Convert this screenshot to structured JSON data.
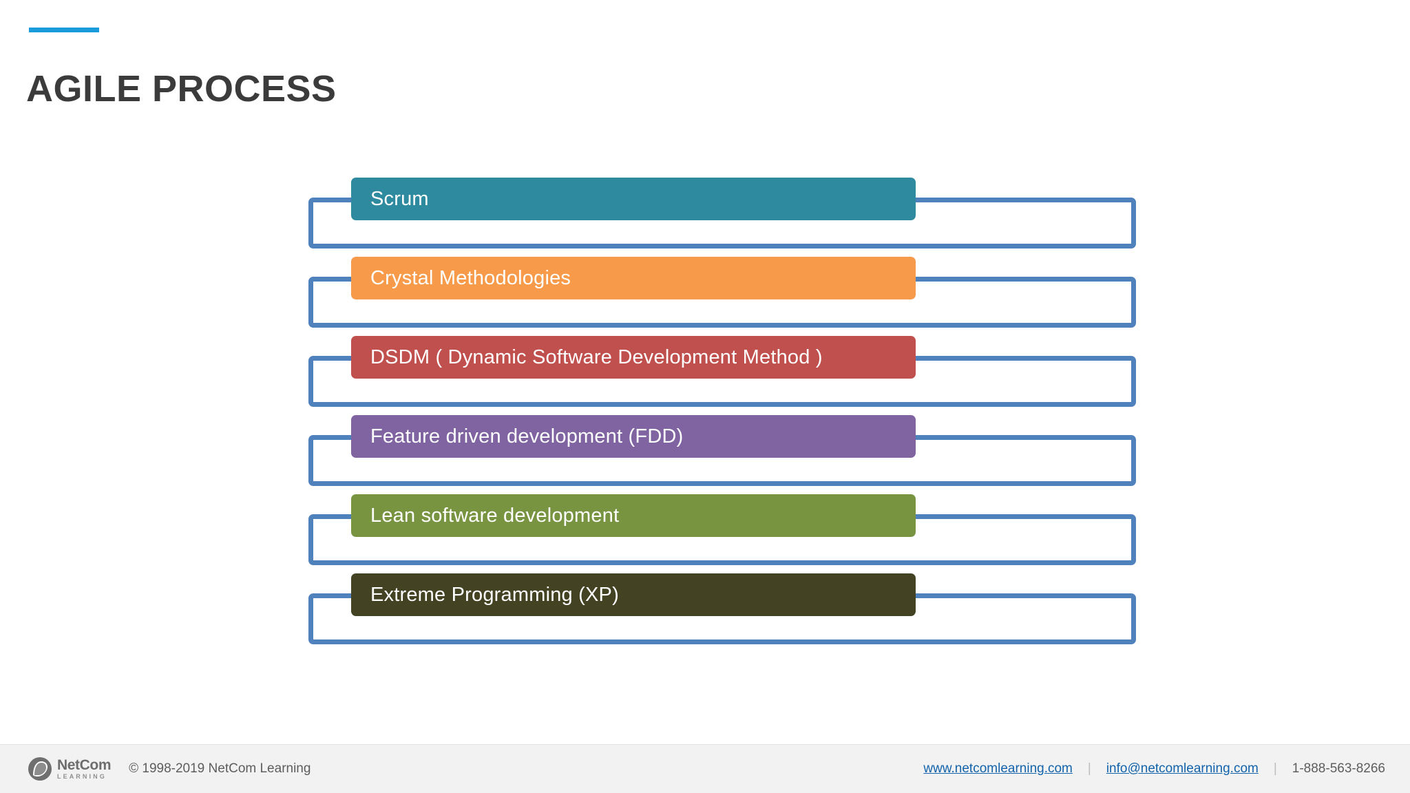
{
  "slide": {
    "title": "AGILE PROCESS",
    "accent_color": "#1a9bdc",
    "title_color": "#3b3b3b",
    "background": "#ffffff"
  },
  "diagram": {
    "type": "stacked-bracket-list",
    "bracket_color": "#4f81bd",
    "items": [
      {
        "label": "Scrum",
        "color": "#2e8a9e"
      },
      {
        "label": "Crystal Methodologies",
        "color": "#f79a49"
      },
      {
        "label": "DSDM   ( Dynamic Software Development Method )",
        "color": "#c0504d"
      },
      {
        "label": "Feature driven development  (FDD)",
        "color": "#8064a2"
      },
      {
        "label": "Lean software development",
        "color": "#789440"
      },
      {
        "label": "Extreme Programming (XP)",
        "color": "#434222"
      }
    ]
  },
  "footer": {
    "logo_name": "NetCom",
    "logo_sub": "LEARNING",
    "copyright": "©  1998-2019 NetCom Learning",
    "website": "www.netcomlearning.com",
    "email": "info@netcomlearning.com",
    "phone": "1-888-563-8266",
    "separator": "|",
    "link_color": "#1263ab",
    "background": "#f2f2f2"
  }
}
